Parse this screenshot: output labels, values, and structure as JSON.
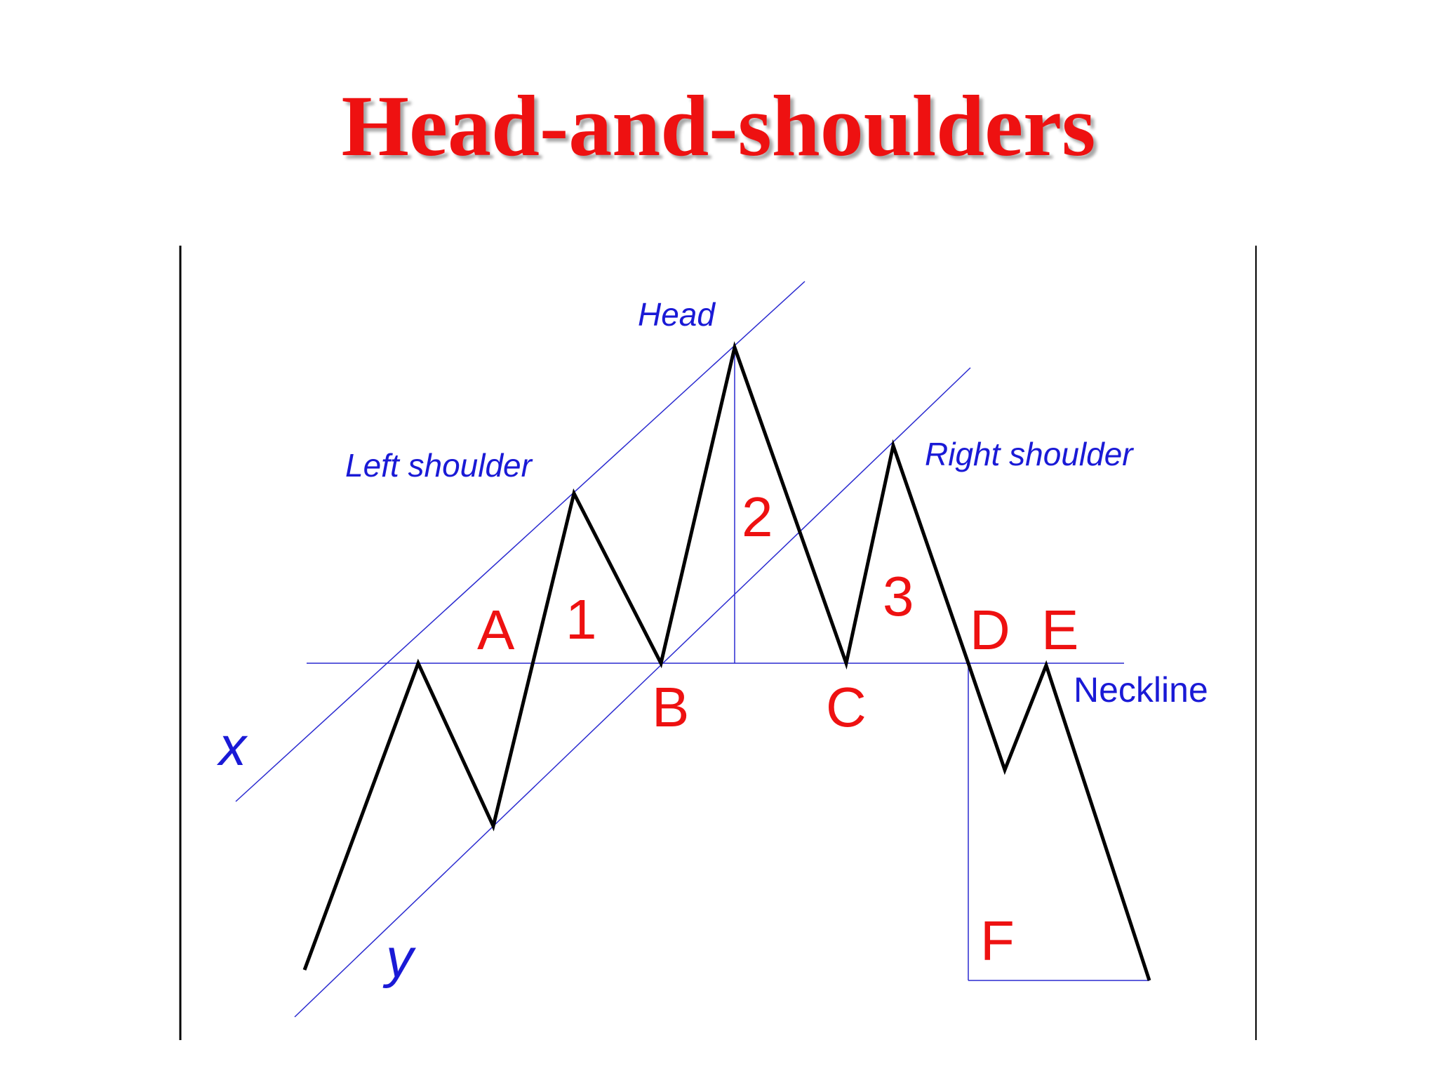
{
  "title": "Head-and-shoulders",
  "colors": {
    "title": "#ee1111",
    "point_label": "#ee1111",
    "annotation": "#1a1ad6",
    "guide_line": "#2a2ad0",
    "price_line": "#000000",
    "border": "#000000"
  },
  "labels": {
    "head": "Head",
    "left_shoulder": "Left shoulder",
    "right_shoulder": "Right shoulder",
    "neckline": "Neckline",
    "x": "x",
    "y": "y",
    "point_a": "A",
    "point_b": "B",
    "point_c": "C",
    "point_d": "D",
    "point_e": "E",
    "point_f": "F",
    "num_1": "1",
    "num_2": "2",
    "num_3": "3"
  }
}
